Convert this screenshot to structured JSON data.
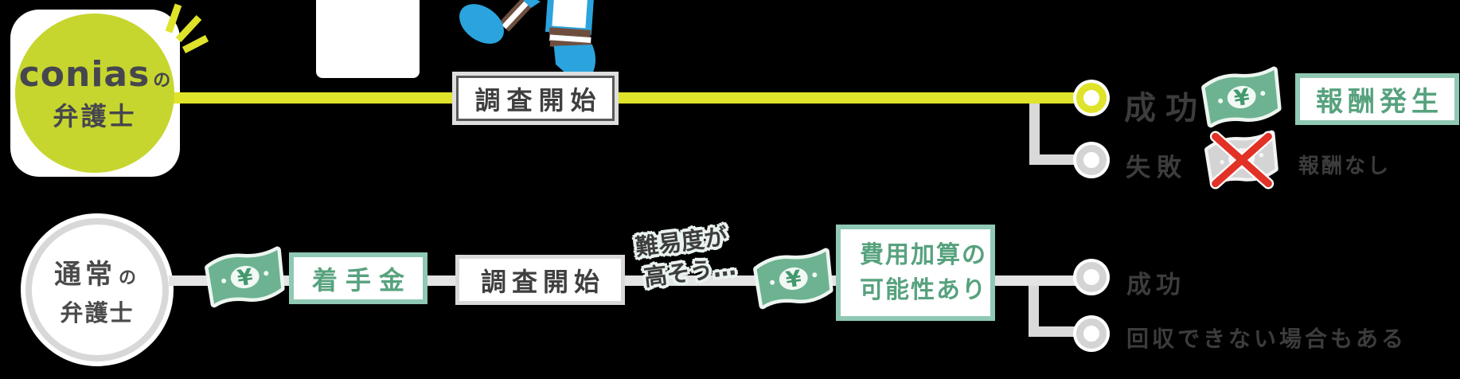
{
  "colors": {
    "background": "#000000",
    "lime_circle": "#c6d62e",
    "lime_line": "#dfe32a",
    "teal_border": "#8fc8b3",
    "green_text": "#57a27e",
    "dark_text": "#3c3c3c",
    "gray_line": "#e4e4e4",
    "gray_branch": "#d9d9d9",
    "money_green": "#6db391",
    "red_x": "#e23126",
    "shoe_blue": "#2ba3dd"
  },
  "icons": {
    "yen_symbol": "¥",
    "money_bill": "money-bill-yen-icon",
    "money_bill_crossed": "money-bill-crossed-icon",
    "runner_legs": "running-person-legs-icon",
    "emphasis_rays": "emphasis-rays-icon"
  },
  "row1": {
    "actor_name": "conias",
    "actor_particle": "の",
    "actor_role": "弁護士",
    "step_label": "調査開始",
    "success_label": "成功",
    "success_result": "報酬発生",
    "fail_label": "失敗",
    "fail_result": "報酬なし"
  },
  "row2": {
    "actor_line1": "通常",
    "actor_particle": "の",
    "actor_line2": "弁護士",
    "fee_label": "着手金",
    "step_label": "調査開始",
    "speech_line1": "難易度が",
    "speech_line2": "高そう…",
    "note_line1": "費用加算の",
    "note_line2": "可能性あり",
    "success_label": "成功",
    "fail_label": "回収できない場合もある"
  }
}
